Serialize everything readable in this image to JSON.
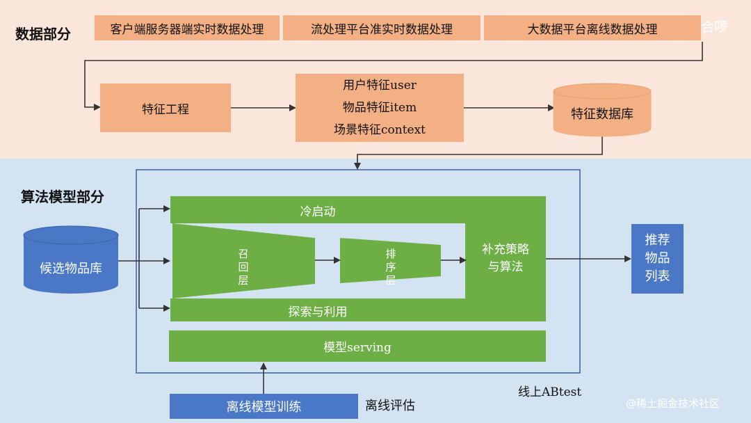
{
  "sections": {
    "data_part": "数据部分",
    "model_part": "算法模型部分"
  },
  "data_row": {
    "client": "客户端服务器端实时数据处理",
    "stream": "流处理平台准实时数据处理",
    "bigdata": "大数据平台离线数据处理"
  },
  "feature": {
    "engineering": "特征工程",
    "user": "用户特征user",
    "item": "物品特征item",
    "context": "场景特征context",
    "database": "特征数据库"
  },
  "model": {
    "candidate_db": "候选物品库",
    "cold_start": "冷启动",
    "recall_layer": "召回层",
    "rank_layer": "排序层",
    "explore": "探索与利用",
    "supplement_line1": "补充策略",
    "supplement_line2": "与算法",
    "serving": "模型serving",
    "recommend_line1": "推荐",
    "recommend_line2": "物品",
    "recommend_line3": "列表",
    "offline_training": "离线模型训练",
    "offline_eval": "离线评估",
    "online_abtest": "线上ABtest"
  },
  "watermarks": {
    "top_right": "合啰",
    "bottom_right": "@稀土掘金技术社区"
  },
  "colors": {
    "top_background": "#fbe6dc",
    "bottom_background": "#d3e3f2",
    "orange_box": "#f3b084",
    "green_box": "#6daf45",
    "blue_box": "#4a78c6"
  }
}
